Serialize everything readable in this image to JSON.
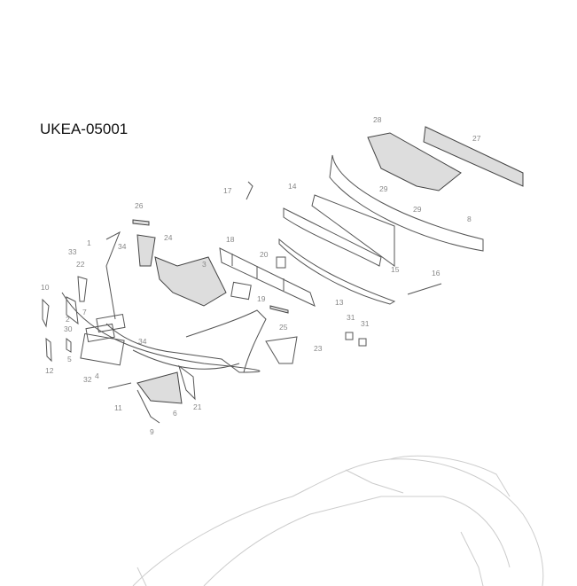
{
  "diagram_code": "UKEA-05001",
  "callouts": [
    "26",
    "24",
    "1",
    "34",
    "33",
    "22",
    "10",
    "3",
    "18",
    "20",
    "19",
    "7",
    "2",
    "30",
    "34",
    "25",
    "23",
    "12",
    "5",
    "32",
    "4",
    "11",
    "6",
    "21",
    "9",
    "17",
    "14",
    "28",
    "27",
    "29",
    "29",
    "8",
    "15",
    "13",
    "16",
    "31",
    "31"
  ]
}
